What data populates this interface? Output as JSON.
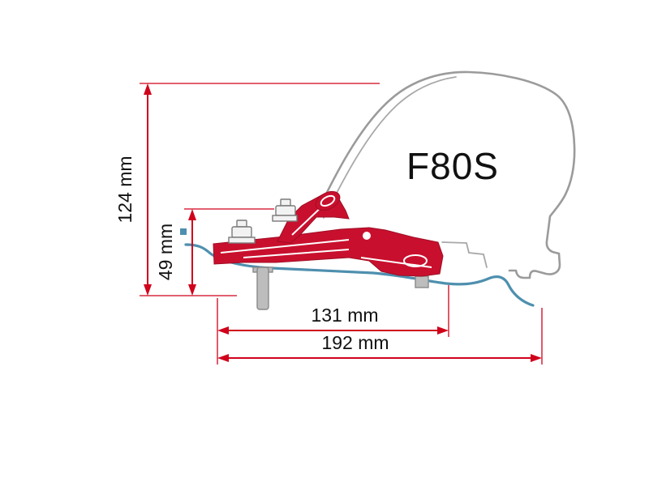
{
  "diagram": {
    "model": "F80S",
    "dimensions": {
      "total_height": "124 mm",
      "bracket_height": "49 mm",
      "inner_width": "131 mm",
      "outer_width": "192 mm"
    },
    "colors": {
      "dimension_red": "#d0021b",
      "bracket_red": "#c8102e",
      "rail_blue": "#4e8fae",
      "vehicle_gray": "#9b9b9b",
      "text": "#111111",
      "background": "#ffffff"
    }
  }
}
